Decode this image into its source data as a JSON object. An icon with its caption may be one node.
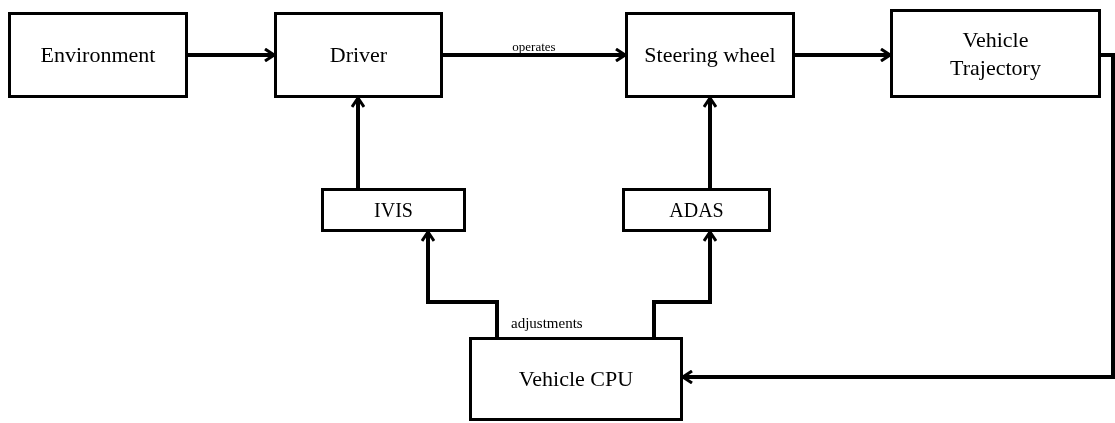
{
  "diagram": {
    "nodes": [
      {
        "text": [
          "Environment"
        ]
      },
      {
        "text": [
          "Driver"
        ]
      },
      {
        "text": [
          "Steering wheel"
        ]
      },
      {
        "text": [
          "Vehicle Trajectory"
        ]
      },
      {
        "text": [
          "IVIS"
        ]
      },
      {
        "text": [
          "ADAS"
        ]
      },
      {
        "text": [
          "Vehicle CPU"
        ]
      }
    ],
    "edges": [
      {
        "from": 0,
        "to": 1,
        "arrow": "to"
      },
      {
        "from": 1,
        "to": 2,
        "arrow": "to",
        "label": "operates"
      },
      {
        "from": 2,
        "to": 3,
        "arrow": "to"
      },
      {
        "from": 4,
        "to": 1,
        "arrow": "to"
      },
      {
        "from": 5,
        "to": 2,
        "arrow": "to"
      },
      {
        "from": 6,
        "to": 4,
        "arrow": "to"
      },
      {
        "from": 6,
        "to": 5,
        "arrow": "to"
      },
      {
        "from": 3,
        "to": 6,
        "arrow": "to"
      }
    ],
    "labels": [
      "adjustments"
    ]
  }
}
